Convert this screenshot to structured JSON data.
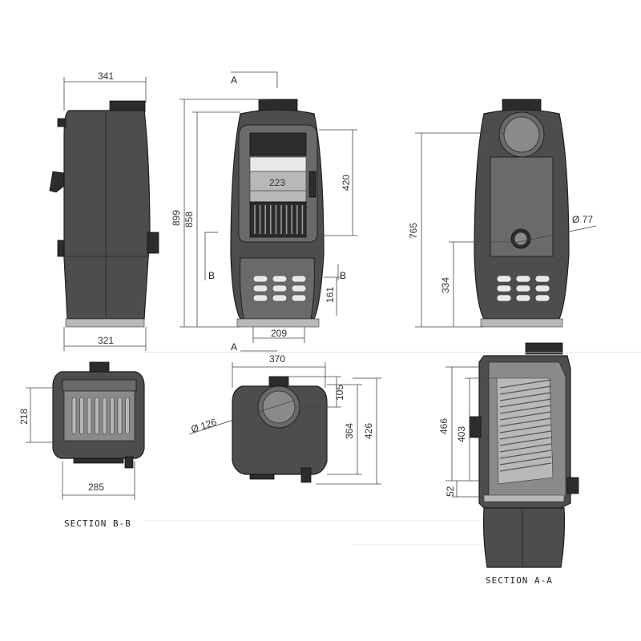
{
  "dimensions": {
    "side_width_top": "341",
    "side_width_bottom": "321",
    "front_height_total": "899",
    "front_height_body": "858",
    "front_door_height": "420",
    "front_firebox_width": "223",
    "front_ashpan_height": "161",
    "front_base_width": "209",
    "back_height_flue": "765",
    "back_height_inlet": "334",
    "back_inlet_diameter": "Ø 77",
    "section_bb_height": "218",
    "section_bb_width": "285",
    "top_width": "370",
    "top_flue_offset": "105",
    "top_flue_diameter": "Ø 126",
    "top_depth_inner": "364",
    "top_depth_outer": "426",
    "section_aa_height_outer": "466",
    "section_aa_height_inner": "403",
    "section_aa_base": "52"
  },
  "labels": {
    "section_a": "A",
    "section_b": "B",
    "caption_bb": "SECTION B-B",
    "caption_aa": "SECTION A-A"
  }
}
